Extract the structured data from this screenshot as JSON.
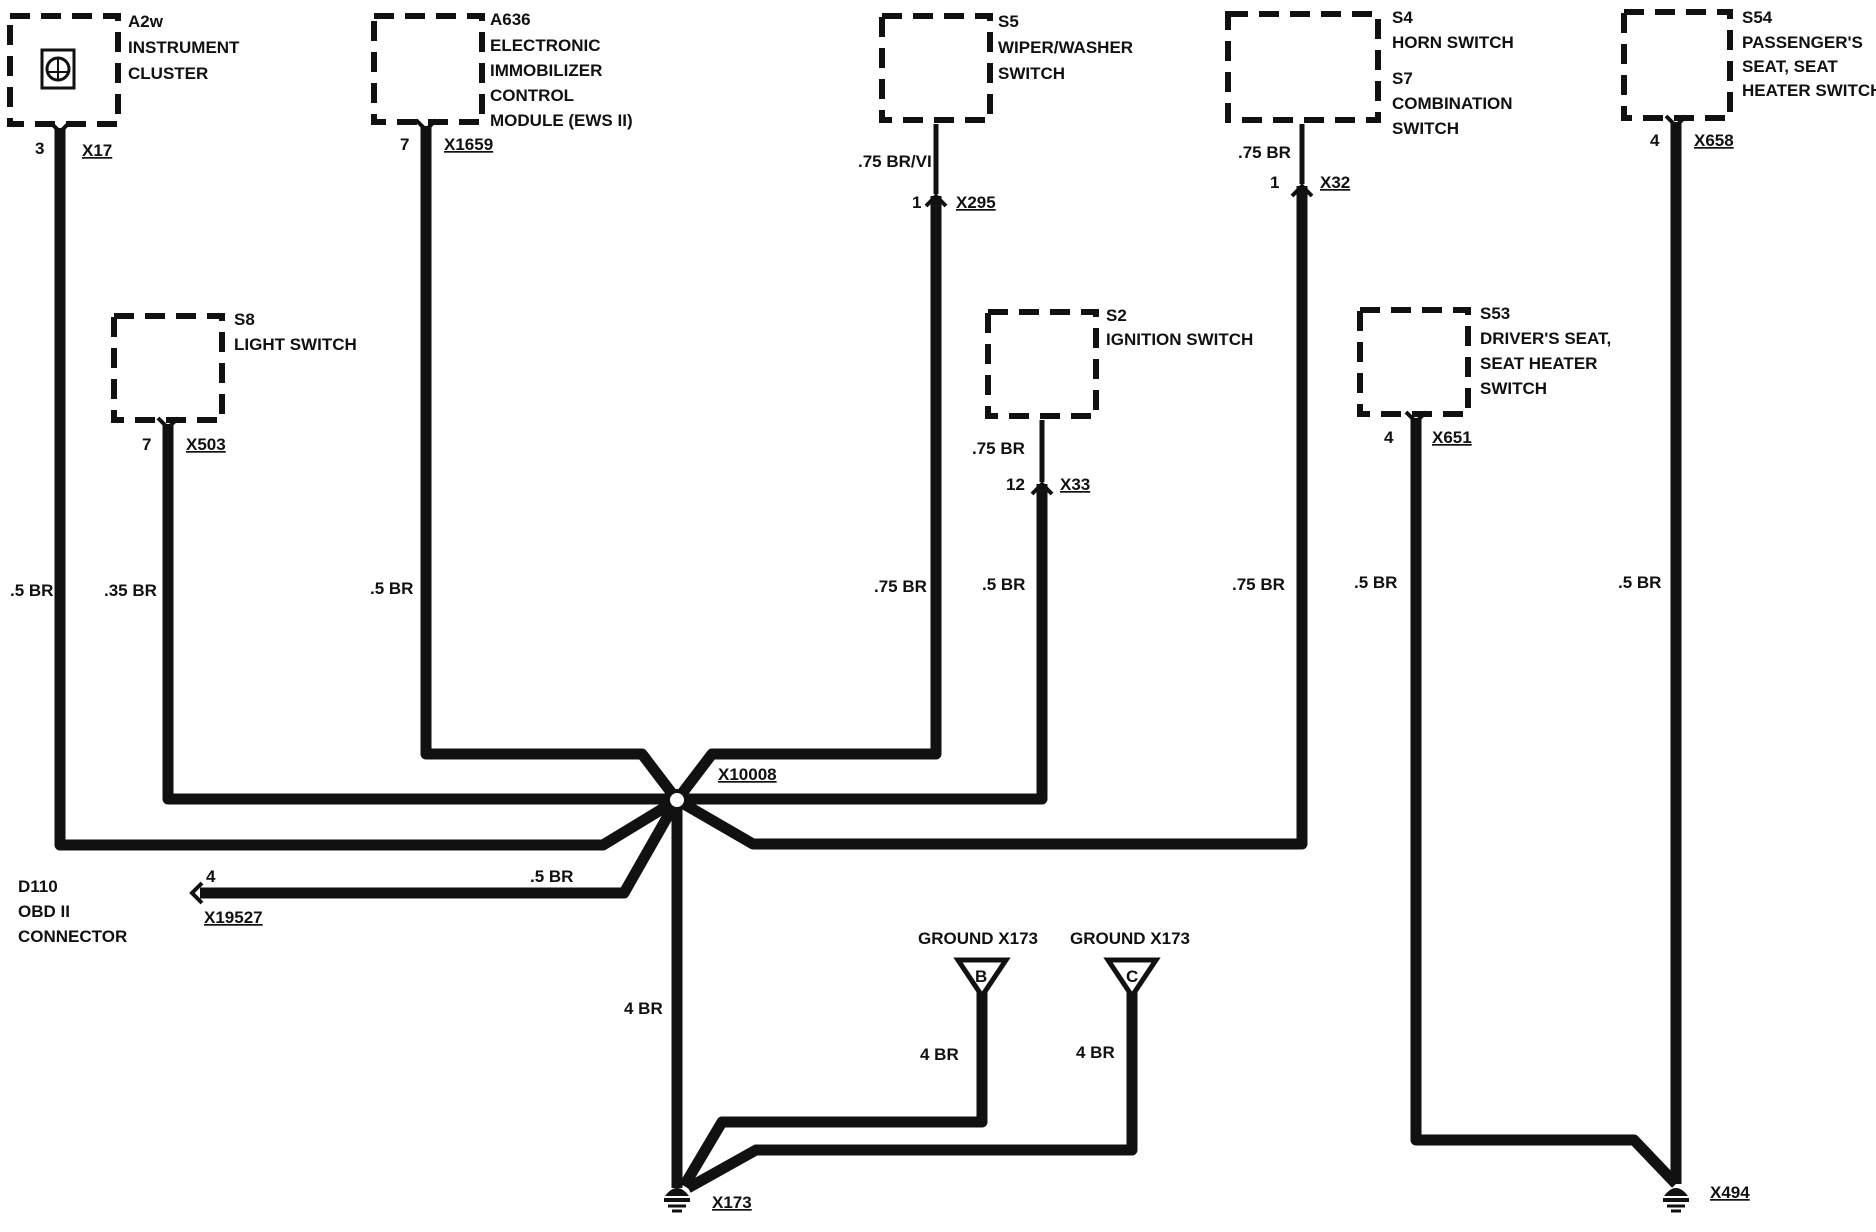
{
  "components": {
    "a2w": {
      "id": "A2w",
      "name_lines": [
        "INSTRUMENT",
        "CLUSTER"
      ],
      "pin": "3",
      "connector": "X17"
    },
    "a636": {
      "id": "A636",
      "name_lines": [
        "ELECTRONIC",
        "IMMOBILIZER",
        "CONTROL",
        "MODULE (EWS II)"
      ],
      "pin": "7",
      "connector": "X1659"
    },
    "s5": {
      "id": "S5",
      "name_lines": [
        "WIPER/WASHER",
        "SWITCH"
      ],
      "pin": "1",
      "connector": "X295",
      "wire_top": ".75 BR/VI"
    },
    "s4": {
      "id": "S4",
      "name_lines": [
        "HORN SWITCH"
      ],
      "id2": "S7",
      "name2_lines": [
        "COMBINATION",
        "SWITCH"
      ],
      "pin": "1",
      "connector": "X32",
      "wire_top": ".75 BR"
    },
    "s54": {
      "id": "S54",
      "name_lines": [
        "PASSENGER'S",
        "SEAT, SEAT",
        "HEATER SWITCH"
      ],
      "pin": "4",
      "connector": "X658"
    },
    "s8": {
      "id": "S8",
      "name_lines": [
        "LIGHT SWITCH"
      ],
      "pin": "7",
      "connector": "X503"
    },
    "s2": {
      "id": "S2",
      "name_lines": [
        "IGNITION SWITCH"
      ],
      "pin": "12",
      "connector": "X33",
      "wire_top": ".75 BR"
    },
    "s53": {
      "id": "S53",
      "name_lines": [
        "DRIVER'S SEAT,",
        "SEAT HEATER",
        "SWITCH"
      ],
      "pin": "4",
      "connector": "X651"
    },
    "d110": {
      "id": "D110",
      "name_lines": [
        "OBD II",
        "CONNECTOR"
      ],
      "pin": "4",
      "connector": "X19527"
    }
  },
  "wires": {
    "a2w": ".5 BR",
    "s8": ".35 BR",
    "a636": ".5 BR",
    "s5": ".75 BR",
    "s2": ".5 BR",
    "s4": ".75 BR",
    "s53": ".5 BR",
    "s54": ".5 BR",
    "d110": ".5 BR",
    "splice_ground": "4 BR",
    "ground_b": "4 BR",
    "ground_c": "4 BR"
  },
  "splice": {
    "label": "X10008"
  },
  "grounds": {
    "x173": "X173",
    "x494": "X494",
    "b": {
      "label": "GROUND X173",
      "letter": "B"
    },
    "c": {
      "label": "GROUND X173",
      "letter": "C"
    }
  }
}
